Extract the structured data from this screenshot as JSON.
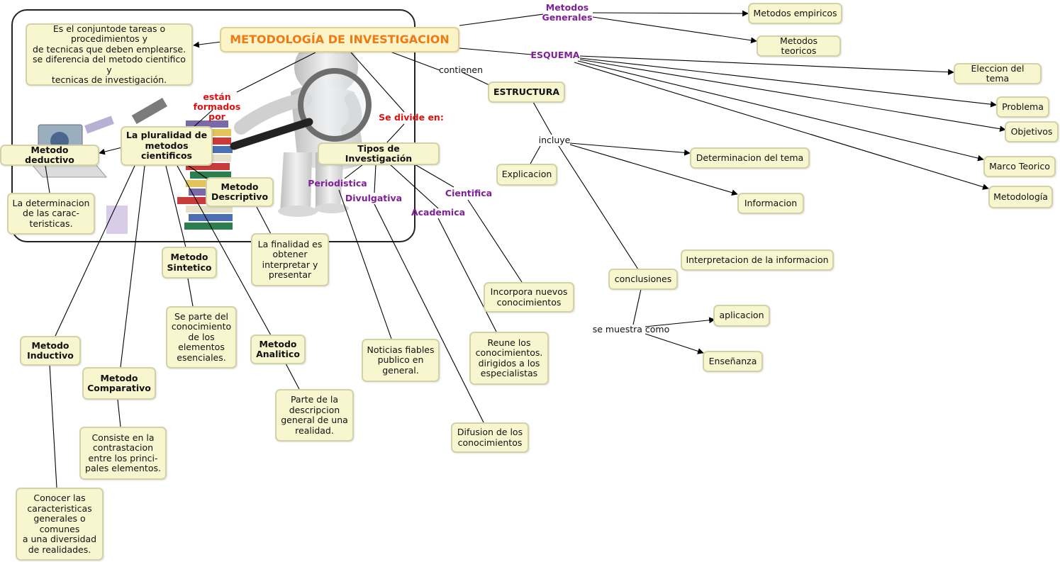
{
  "colors": {
    "title": "#f07a12",
    "node_fill": "#f8f6cf",
    "node_border": "#d3d1a7",
    "red_label": "#e01010",
    "purple_label": "#80209a"
  },
  "icons": {
    "illustration": "figure-with-magnifier-and-books"
  },
  "title": "METODOLOGÍA DE INVESTIGACION",
  "nodes": {
    "definicion": "Es el conjuntode tareas o\nprocedimientos y\nde tecnicas que deben emplearse.\nse diferencia del metodo cientifico y\ntecnicas de investigación.",
    "pluralidad": "La pluralidad de\nmetodos\ncientificos",
    "deductivo": "Metodo deductivo",
    "deductivo_desc": "La determinacion\nde las carac-\nteristicas.",
    "descriptivo": "Metodo\nDescriptivo",
    "descriptivo_desc": "La finalidad es\nobtener\ninterpretar y\npresentar",
    "sintetico": "Metodo\nSintetico",
    "sintetico_desc": "Se parte del\nconocimiento\nde los\nelementos\nesenciales.",
    "analitico": "Metodo\nAnalitico",
    "analitico_desc": "Parte de la\ndescripcion\ngeneral de una\nrealidad.",
    "inductivo": "Metodo\nInductivo",
    "inductivo_desc": "Conocer las\ncaracteristicas\ngenerales o\ncomunes\na una diversidad\nde realidades.",
    "comparativo": "Metodo\nComparativo",
    "comparativo_desc": "Consiste en la\ncontrastacion\nentre los princi-\npales elementos.",
    "tipos": "Tipos de Investigación",
    "periodistica_desc": "Noticias fiables\npublico en\ngeneral.",
    "divulgativa_desc": "Difusion de los\nconocimientos",
    "academica_desc": "Reune los\nconocimientos.\ndirigidos a los\nespecialistas",
    "cientifica_desc": "Incorpora nuevos\nconocimientos",
    "estructura": "ESTRUCTURA",
    "explicacion": "Explicacion",
    "determinacion": "Determinacion del tema",
    "informacion": "Informacion",
    "interpretacion": "Interpretacion de la informacion",
    "conclusiones": "conclusiones",
    "aplicacion": "aplicacion",
    "ensenanza": "Enseñanza",
    "empiricos": "Metodos empiricos",
    "teoricos": "Metodos teoricos",
    "eleccion": "Eleccion del tema",
    "problema": "Problema",
    "objetivos": "Objetivos",
    "marco": "Marco Teorico",
    "metodologia": "Metodología"
  },
  "labels": {
    "estan": "están\nformados por",
    "se_divide": "Se divide en:",
    "metodos_generales": "Metodos\nGenerales",
    "esquema": "ESQUEMA",
    "contienen": "contienen",
    "incluye": "incluye",
    "se_muestra": "se muestra como",
    "periodistica": "Periodistica",
    "divulgativa": "Divulgativa",
    "academica": "Academica",
    "cientifica": "Cientifica"
  }
}
